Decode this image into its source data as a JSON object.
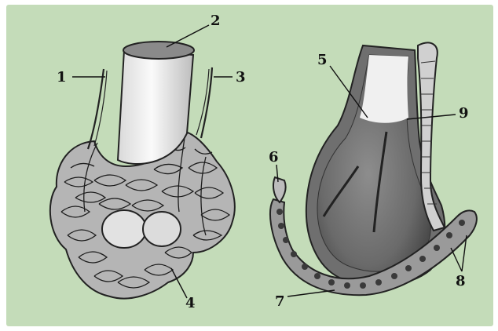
{
  "figure": {
    "background_color": "#c4dcb9",
    "labels": [
      "1",
      "2",
      "3",
      "4",
      "5",
      "6",
      "7",
      "8",
      "9"
    ]
  }
}
